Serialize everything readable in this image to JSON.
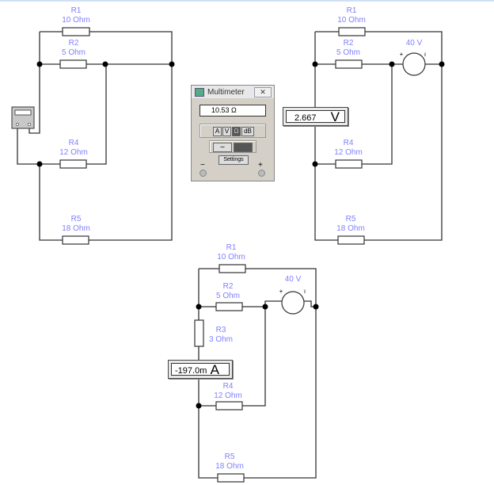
{
  "circuits": [
    {
      "r1": {
        "name": "R1",
        "value": "10  Ohm"
      },
      "r2": {
        "name": "R2",
        "value": "5  Ohm"
      },
      "r4": {
        "name": "R4",
        "value": "12  Ohm"
      },
      "r5": {
        "name": "R5",
        "value": "18  Ohm"
      }
    },
    {
      "r1": {
        "name": "R1",
        "value": "10  Ohm"
      },
      "r2": {
        "name": "R2",
        "value": "5  Ohm"
      },
      "r4": {
        "name": "R4",
        "value": "12  Ohm"
      },
      "r5": {
        "name": "R5",
        "value": "18  Ohm"
      },
      "source": "40 V",
      "voltmeter": {
        "value": "2.667",
        "unit": "V"
      }
    },
    {
      "r1": {
        "name": "R1",
        "value": "10  Ohm"
      },
      "r2": {
        "name": "R2",
        "value": "5  Ohm"
      },
      "r3": {
        "name": "R3",
        "value": "3  Ohm"
      },
      "r4": {
        "name": "R4",
        "value": "12  Ohm"
      },
      "r5": {
        "name": "R5",
        "value": "18  Ohm"
      },
      "source": "40 V",
      "ammeter": {
        "value": "-197.0m",
        "unit": "A"
      }
    }
  ],
  "multimeter": {
    "title": "Multimeter",
    "close": "✕",
    "display": "10.53  Ω",
    "modes": [
      "A",
      "V",
      "Ω",
      "dB"
    ],
    "active_mode": "Ω",
    "settings": "Settings",
    "minus": "−",
    "plus": "+"
  }
}
